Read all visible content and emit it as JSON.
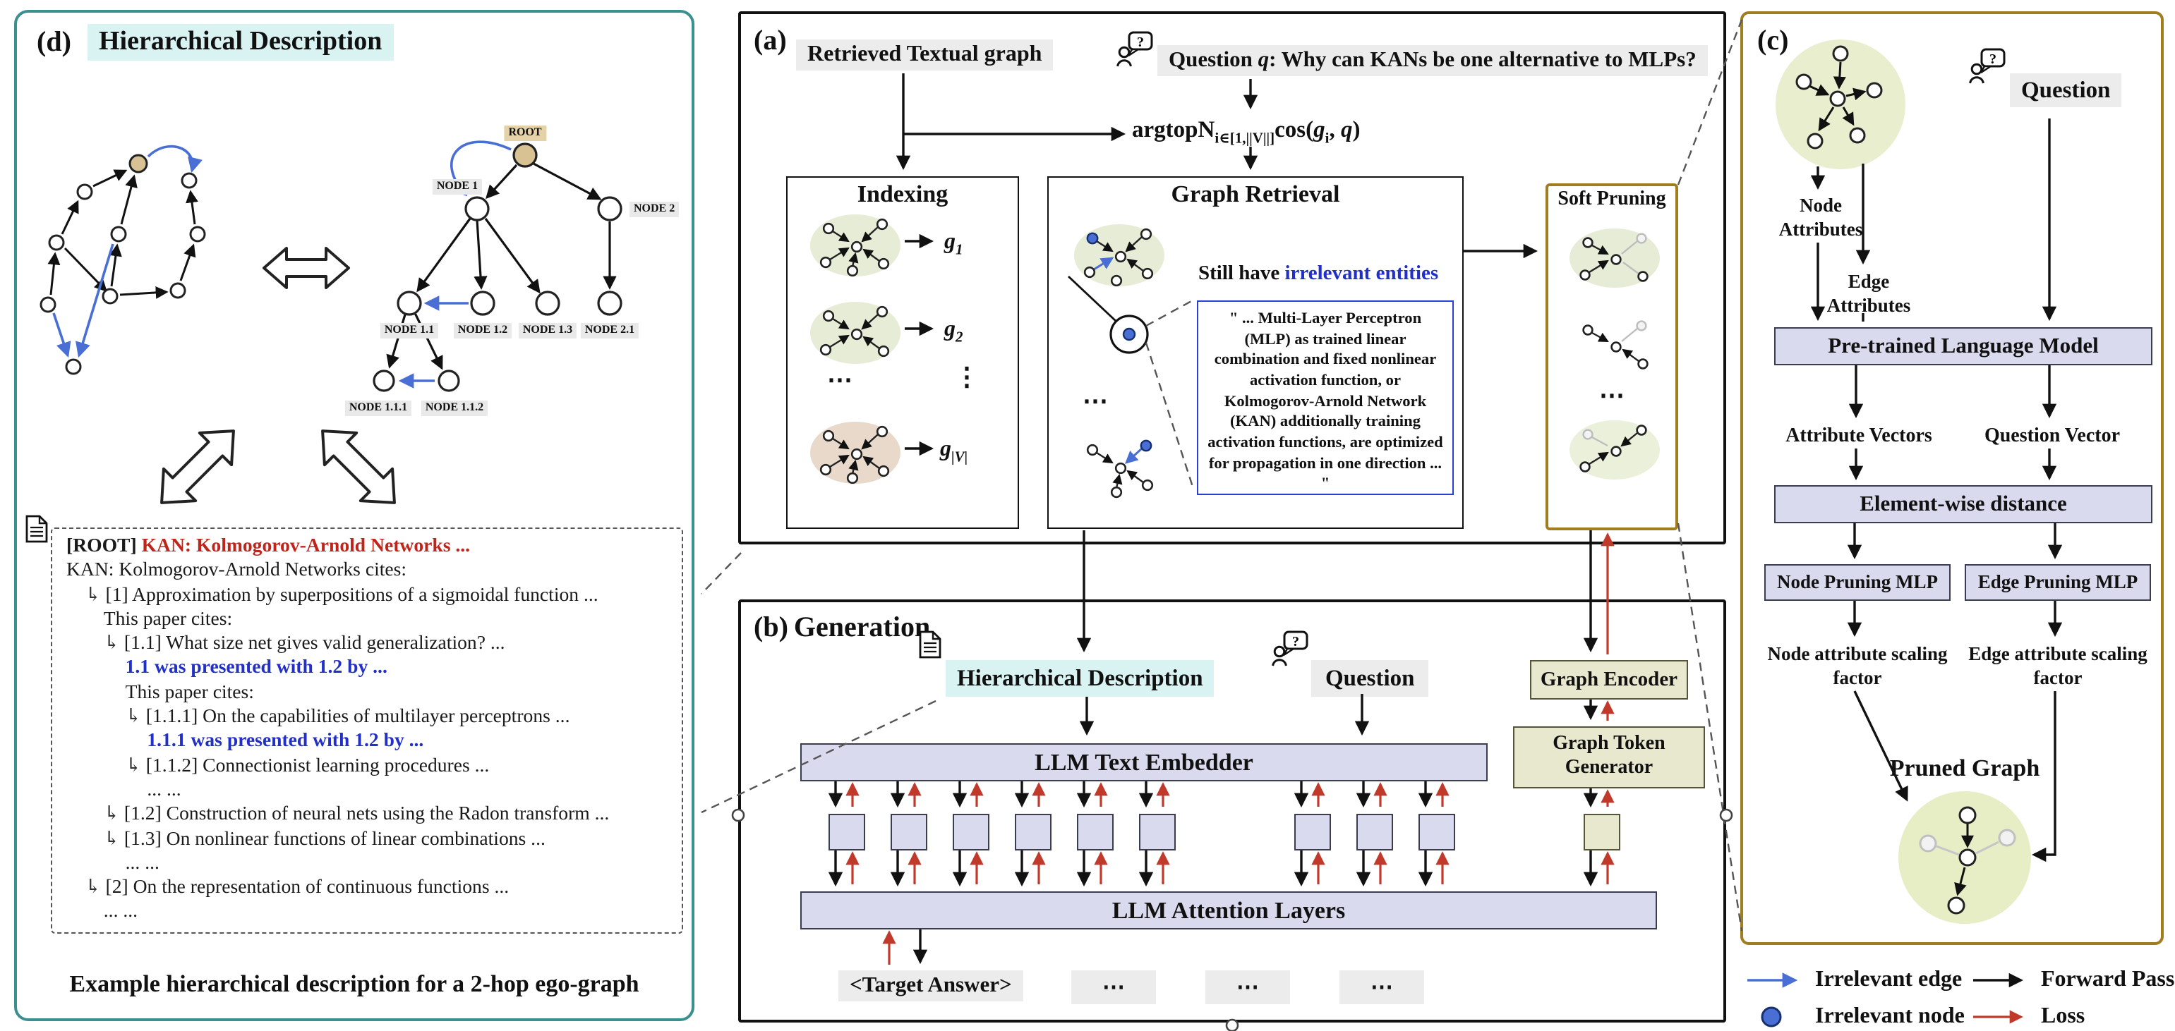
{
  "icons": {
    "question_mark": "?"
  },
  "colors": {
    "accent_teal": "#3a8f8f",
    "accent_gold": "#a07d1f",
    "irrelevant_blue": "#4a6fd4",
    "loss_red": "#c0392b",
    "highlight_cyan": "#d9f3f3",
    "lavender": "#dadaee",
    "olive": "#e8e8cf"
  },
  "panel_d": {
    "label": "(d)",
    "title": "Hierarchical Description",
    "connector": "↳",
    "tree": {
      "root": "ROOT",
      "n1": "NODE 1",
      "n2": "NODE 2",
      "n11": "NODE 1.1",
      "n12": "NODE 1.2",
      "n13": "NODE 1.3",
      "n21": "NODE 2.1",
      "n111": "NODE 1.1.1",
      "n112": "NODE 1.1.2"
    },
    "description_lines": [
      {
        "i": 0,
        "a": false,
        "seg": [
          {
            "t": "[ROOT] ",
            "c": "kb"
          },
          {
            "t": "KAN: Kolmogorov-Arnold Networks ...",
            "c": "r"
          }
        ]
      },
      {
        "i": 0,
        "a": false,
        "seg": [
          {
            "t": "KAN: Kolmogorov-Arnold Networks cites:",
            "c": "k"
          }
        ]
      },
      {
        "i": 0.6,
        "a": true,
        "seg": [
          {
            "t": "[1] Approximation by superpositions of a sigmoidal function ...",
            "c": "k"
          }
        ]
      },
      {
        "i": 1.2,
        "a": false,
        "seg": [
          {
            "t": "This paper cites:",
            "c": "k"
          }
        ]
      },
      {
        "i": 1.2,
        "a": true,
        "seg": [
          {
            "t": "[1.1] What size net gives valid generalization? ...",
            "c": "k"
          }
        ]
      },
      {
        "i": 1.9,
        "a": false,
        "seg": [
          {
            "t": "1.1 was presented with 1.2 by ...",
            "c": "b"
          }
        ]
      },
      {
        "i": 1.9,
        "a": false,
        "seg": [
          {
            "t": "This paper cites:",
            "c": "k"
          }
        ]
      },
      {
        "i": 1.9,
        "a": true,
        "seg": [
          {
            "t": "[1.1.1] On the capabilities of multilayer perceptrons ...",
            "c": "k"
          }
        ]
      },
      {
        "i": 2.6,
        "a": false,
        "seg": [
          {
            "t": "1.1.1 was presented with 1.2 by ...",
            "c": "b"
          }
        ]
      },
      {
        "i": 1.9,
        "a": true,
        "seg": [
          {
            "t": "[1.1.2] Connectionist learning procedures ...",
            "c": "k"
          }
        ]
      },
      {
        "i": 2.6,
        "a": false,
        "seg": [
          {
            "t": "... ...",
            "c": "k"
          }
        ]
      },
      {
        "i": 1.2,
        "a": true,
        "seg": [
          {
            "t": "[1.2] Construction of neural nets using the Radon transform ...",
            "c": "k"
          }
        ]
      },
      {
        "i": 1.2,
        "a": true,
        "seg": [
          {
            "t": "[1.3] On nonlinear functions of linear combinations ...",
            "c": "k"
          }
        ]
      },
      {
        "i": 1.9,
        "a": false,
        "seg": [
          {
            "t": "... ...",
            "c": "k"
          }
        ]
      },
      {
        "i": 0.6,
        "a": true,
        "seg": [
          {
            "t": "[2] On the representation of continuous functions ...",
            "c": "k"
          }
        ]
      },
      {
        "i": 1.2,
        "a": false,
        "seg": [
          {
            "t": "... ...",
            "c": "k"
          }
        ]
      }
    ],
    "caption": "Example hierarchical description for a 2-hop ego-graph"
  },
  "panel_a": {
    "label": "(a)",
    "retrieved_label": "Retrieved Textual graph",
    "question_prefix": "Question ",
    "question_q": "q",
    "question_rest": ": Why can KANs be one alternative to MLPs?",
    "formula": {
      "main": "argtopN",
      "sub": "i∈[1,||V||]",
      "fn": "cos(",
      "g": "g",
      "gsub": "i",
      "sep": ", ",
      "q": "q",
      "close": ")"
    },
    "indexing": {
      "title": "Indexing",
      "g": "g",
      "g1_sub": "1",
      "g2_sub": "2",
      "gv_sub": "|V|",
      "hdots": "⋯",
      "vdots": "⋮"
    },
    "graph_retrieval": {
      "title": "Graph Retrieval",
      "still_have": "Still have ",
      "irrelevant": "irrelevant entities",
      "hdots": "⋯",
      "quote": "\" ... Multi-Layer Perceptron (MLP) as trained linear combination and fixed nonlinear activation function, or Kolmogorov-Arnold Network (KAN) additionally training activation functions, are optimized for propagation in one direction ... \""
    },
    "soft_pruning": {
      "title": "Soft Pruning",
      "hdots": "⋯"
    }
  },
  "panel_b": {
    "label": "(b)",
    "title": "Generation",
    "hier_desc": "Hierarchical Description",
    "question": "Question",
    "graph_encoder": "Graph Encoder",
    "graph_token_generator": "Graph Token Generator",
    "llm_text_embedder": "LLM Text Embedder",
    "llm_attention_layers": "LLM Attention Layers",
    "target_answer": "<Target Answer>",
    "dots": "⋯"
  },
  "panel_c": {
    "label": "(c)",
    "question": "Question",
    "node_attributes": "Node Attributes",
    "edge_attributes": "Edge Attributes",
    "plm": "Pre-trained Language Model",
    "attribute_vectors": "Attribute Vectors",
    "question_vector": "Question Vector",
    "element_wise": "Element-wise distance",
    "node_mlp": "Node Pruning MLP",
    "edge_mlp": "Edge Pruning MLP",
    "node_scaling": "Node attribute scaling fact​or",
    "edge_scaling": "Edge attribute scaling factor",
    "pruned_graph": "Pruned Graph"
  },
  "legend": {
    "irrelevant_edge": "Irrelevant edge",
    "forward_pass": "Forward Pass",
    "irrelevant_node": "Irrelevant node",
    "loss": "Loss"
  }
}
